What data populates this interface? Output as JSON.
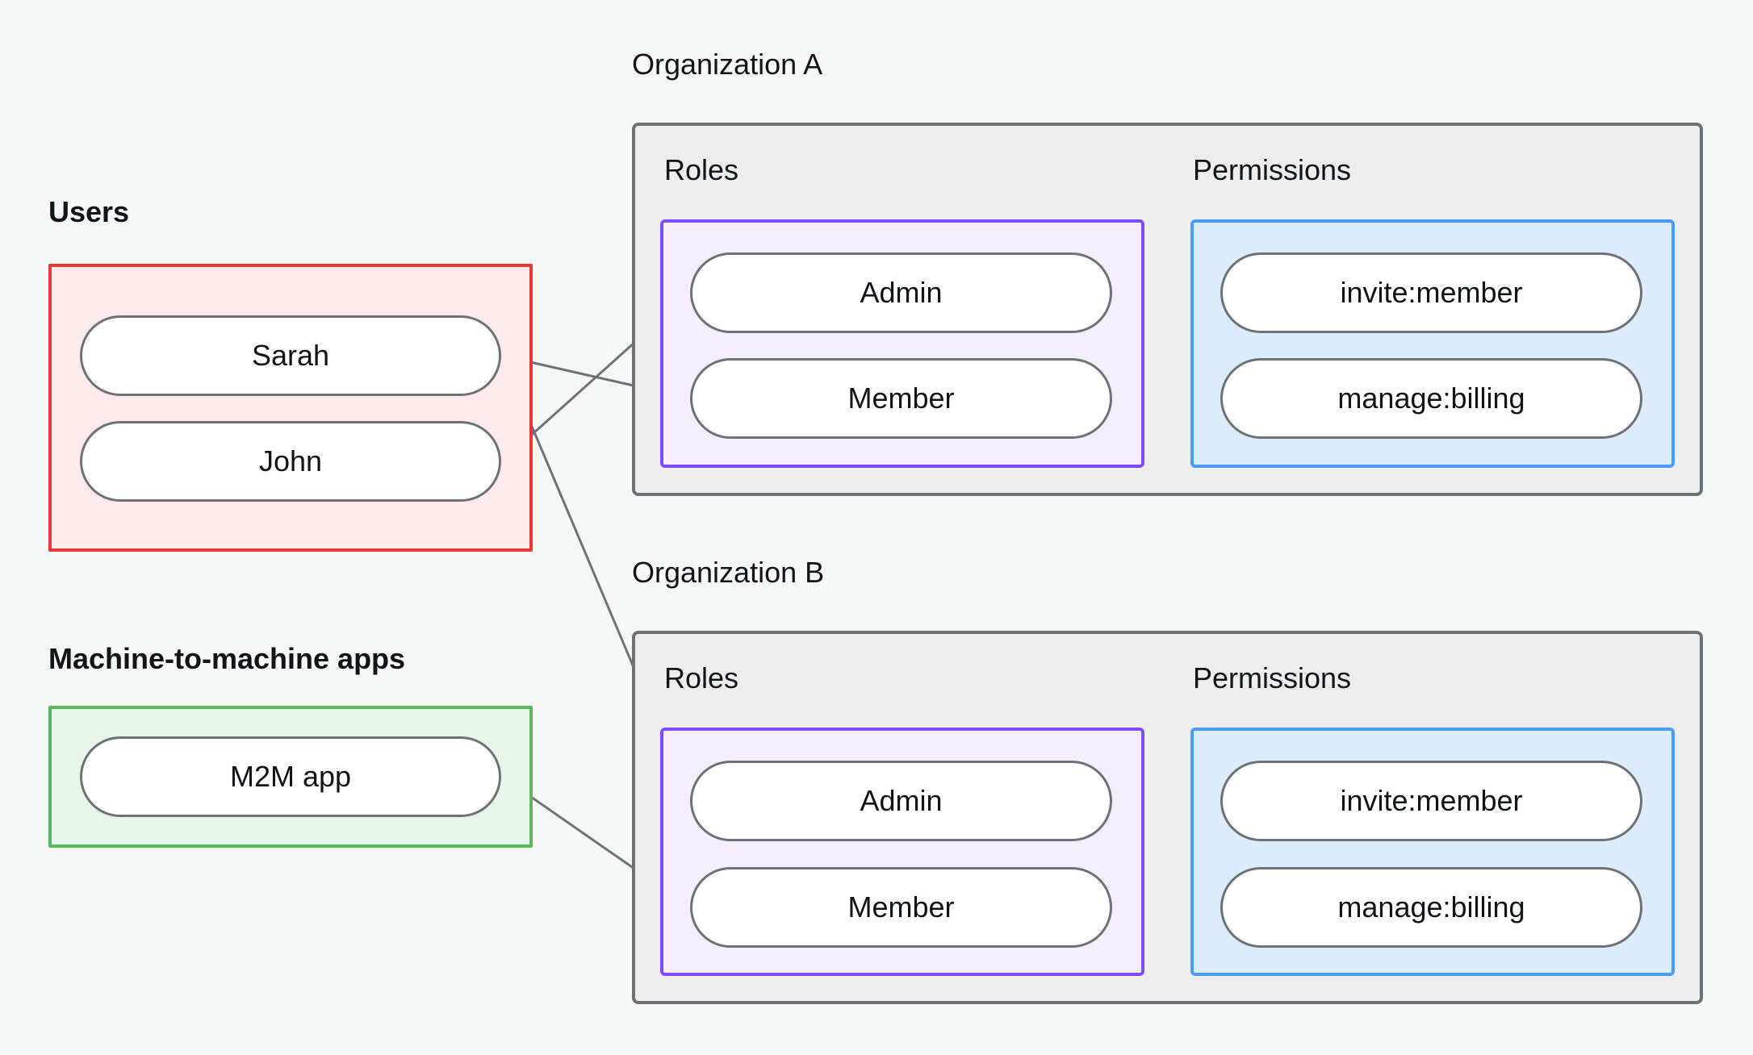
{
  "diagram": {
    "title_type": "rbac-organization-diagram",
    "background_color": "#f6f8f7"
  },
  "left_column": {
    "users_group": {
      "caption": "Users",
      "box_color": "#e53935",
      "box_fill": "#fdebeb",
      "members": [
        {
          "label": "Sarah",
          "name": "user-sarah"
        },
        {
          "label": "John",
          "name": "user-john"
        }
      ]
    },
    "m2m_group": {
      "caption": "Machine-to-machine apps",
      "box_color": "#5cb860",
      "box_fill": "#e8f6ea",
      "members": [
        {
          "label": "M2M app",
          "name": "m2m-app"
        }
      ]
    }
  },
  "organizations": [
    {
      "caption": "Organization A",
      "name": "organization-a",
      "roles_label": "Roles",
      "permissions_label": "Permissions",
      "roles": [
        {
          "label": "Admin",
          "name": "role-admin"
        },
        {
          "label": "Member",
          "name": "role-member"
        }
      ],
      "permissions": [
        {
          "label": "invite:member",
          "name": "permission-invite-member"
        },
        {
          "label": "manage:billing",
          "name": "permission-manage-billing"
        }
      ]
    },
    {
      "caption": "Organization B",
      "name": "organization-b",
      "roles_label": "Roles",
      "permissions_label": "Permissions",
      "roles": [
        {
          "label": "Admin",
          "name": "role-admin"
        },
        {
          "label": "Member",
          "name": "role-member"
        }
      ],
      "permissions": [
        {
          "label": "invite:member",
          "name": "permission-invite-member"
        },
        {
          "label": "manage:billing",
          "name": "permission-manage-billing"
        }
      ]
    }
  ],
  "connections": [
    {
      "from": "Sarah",
      "to": "Organization A / Member"
    },
    {
      "from": "Sarah",
      "to": "Organization B / Admin"
    },
    {
      "from": "John",
      "to": "Organization A / Admin"
    },
    {
      "from": "M2M app",
      "to": "Organization B / Member"
    },
    {
      "from": "Organization A / Admin",
      "to": "Organization A / invite:member"
    },
    {
      "from": "Organization A / Admin",
      "to": "Organization A / manage:billing"
    },
    {
      "from": "Organization A / Member",
      "to": "Organization A / manage:billing"
    },
    {
      "from": "Organization B / Admin",
      "to": "Organization B / invite:member"
    },
    {
      "from": "Organization B / Admin",
      "to": "Organization B / manage:billing"
    },
    {
      "from": "Organization B / Member",
      "to": "Organization B / manage:billing"
    }
  ],
  "palette": {
    "edge": "#6e7276",
    "pill_border": "#6e7276",
    "org_border": "#6b7175",
    "roles_border": "#7c4dff",
    "permissions_border": "#4a9bf5",
    "users_border": "#e53935",
    "m2m_border": "#5cb860",
    "text": "#111418"
  }
}
